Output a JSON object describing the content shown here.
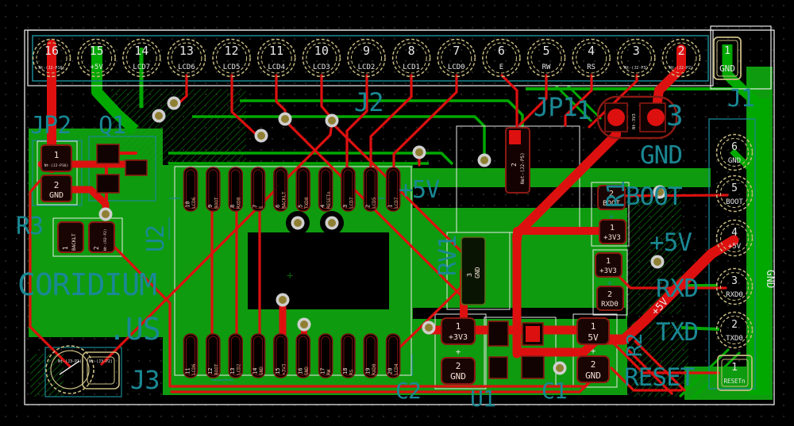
{
  "brand": {
    "line1": "CORIDIUM",
    "line2": ".US"
  },
  "colors": {
    "board_green": "#0F9B0F",
    "trace_green": "#00A800",
    "copper_red": "#DD1010",
    "silk_teal": "#1A8894",
    "pad_gold": "#C8BC82",
    "pad_outline": "#8B1A12",
    "via_ring": "#CFCFCF",
    "via_core": "#8F7F33",
    "background": "#000000"
  },
  "refdes": {
    "jp2": "JP2",
    "q1": "Q1",
    "j2": "J2",
    "jp1": "JP1",
    "jp1_pin1": "1",
    "u3": "3",
    "j1": "J1",
    "r3": "R3",
    "u2": "U2",
    "r1": "R1",
    "rv1": "RV1",
    "r2": "R2",
    "j3": "J3",
    "c2": "C2",
    "u1": "U1",
    "c1": "C1"
  },
  "right_labels": [
    "GND",
    "BOOT",
    "+5V",
    "RXD",
    "TXD",
    "RESET"
  ],
  "mid_labels": {
    "plus5v": "+5V"
  },
  "trace_labels": {
    "plus5v_white": "+5V",
    "gnd_white": "GND"
  },
  "j2_header": {
    "pins": [
      {
        "num": "16",
        "net": "Nt-(J2-P16)"
      },
      {
        "num": "15",
        "net": "+5V"
      },
      {
        "num": "14",
        "net": "LCD7"
      },
      {
        "num": "13",
        "net": "LCD6"
      },
      {
        "num": "12",
        "net": "LCD5"
      },
      {
        "num": "11",
        "net": "LCD4"
      },
      {
        "num": "10",
        "net": "LCD3"
      },
      {
        "num": "9",
        "net": "LCD2"
      },
      {
        "num": "8",
        "net": "LCD1"
      },
      {
        "num": "7",
        "net": "LCD0"
      },
      {
        "num": "6",
        "net": "E"
      },
      {
        "num": "5",
        "net": "RW"
      },
      {
        "num": "4",
        "net": "RS"
      },
      {
        "num": "3",
        "net": "Nt-(J2-P3)"
      },
      {
        "num": "2",
        "net": "Nt-(J2-P2)"
      },
      {
        "num": "1",
        "net": "GND",
        "square": true
      }
    ]
  },
  "j1_conn": {
    "pins": [
      {
        "num": "6",
        "net": "GND"
      },
      {
        "num": "5",
        "net": "BOOT"
      },
      {
        "num": "4",
        "net": "+5V"
      },
      {
        "num": "3",
        "net": "RXD0"
      },
      {
        "num": "2",
        "net": "TXD0"
      },
      {
        "num": "1",
        "net": "RESETn",
        "square": true
      }
    ]
  },
  "module": {
    "top_pads": [
      {
        "num": "10",
        "net": "LCD6"
      },
      {
        "num": "9",
        "net": "BOOT"
      },
      {
        "num": "8",
        "net": "RXD0"
      },
      {
        "num": "7",
        "net": "E"
      },
      {
        "num": "6",
        "net": "BACKLT"
      },
      {
        "num": "5",
        "net": "TXD0"
      },
      {
        "num": "4",
        "net": "RESETn"
      },
      {
        "num": "3",
        "net": "LCD7"
      },
      {
        "num": "2",
        "net": "LCD5"
      },
      {
        "num": "1",
        "net": "LCD7"
      }
    ],
    "bottom_pads": [
      {
        "num": "11",
        "net": "LCD6"
      },
      {
        "num": "12",
        "net": "BOOT"
      },
      {
        "num": "13",
        "net": "LCD2"
      },
      {
        "num": "14",
        "net": "GND"
      },
      {
        "num": "15",
        "net": "+3V3"
      },
      {
        "num": "16",
        "net": "GND"
      },
      {
        "num": "17",
        "net": "RW"
      },
      {
        "num": "18",
        "net": "RS"
      },
      {
        "num": "19",
        "net": "RXD0"
      },
      {
        "num": "20",
        "net": "LCD4"
      }
    ]
  },
  "smd": {
    "jp2_pads": [
      {
        "num": "1",
        "net": "Nt-(J2-P16)"
      },
      {
        "num": "2",
        "net": "GND"
      }
    ],
    "r3_pads": [
      {
        "num": "1",
        "net": "BACKLT"
      },
      {
        "num": "2",
        "net": "Nt-(R3-P2)"
      }
    ],
    "r1_pads": [
      {
        "num": "2",
        "net": "BOOT"
      },
      {
        "num": "1",
        "net": "+3V3"
      }
    ],
    "r2_pads": [
      {
        "num": "1",
        "net": "+3V3"
      },
      {
        "num": "2",
        "net": "RXD0"
      }
    ],
    "c2_pads": [
      {
        "num": "1",
        "net": "+3V3"
      },
      {
        "num": "2",
        "net": "GND"
      }
    ],
    "c1_pads": [
      {
        "num": "1",
        "net": "5V"
      },
      {
        "num": "2",
        "net": "GND"
      }
    ],
    "rv1_pad": {
      "num": "3",
      "net": "GND"
    },
    "jp1_pad": {
      "num": "2",
      "net": "Net-(J2-P5)"
    },
    "u3_pad_net": "Nt-3V3",
    "j3_pads": [
      {
        "num": "1",
        "net": "Nt-(J3-P1)"
      },
      {
        "num": "2",
        "net": "Nt-(J3-P2)"
      }
    ]
  }
}
